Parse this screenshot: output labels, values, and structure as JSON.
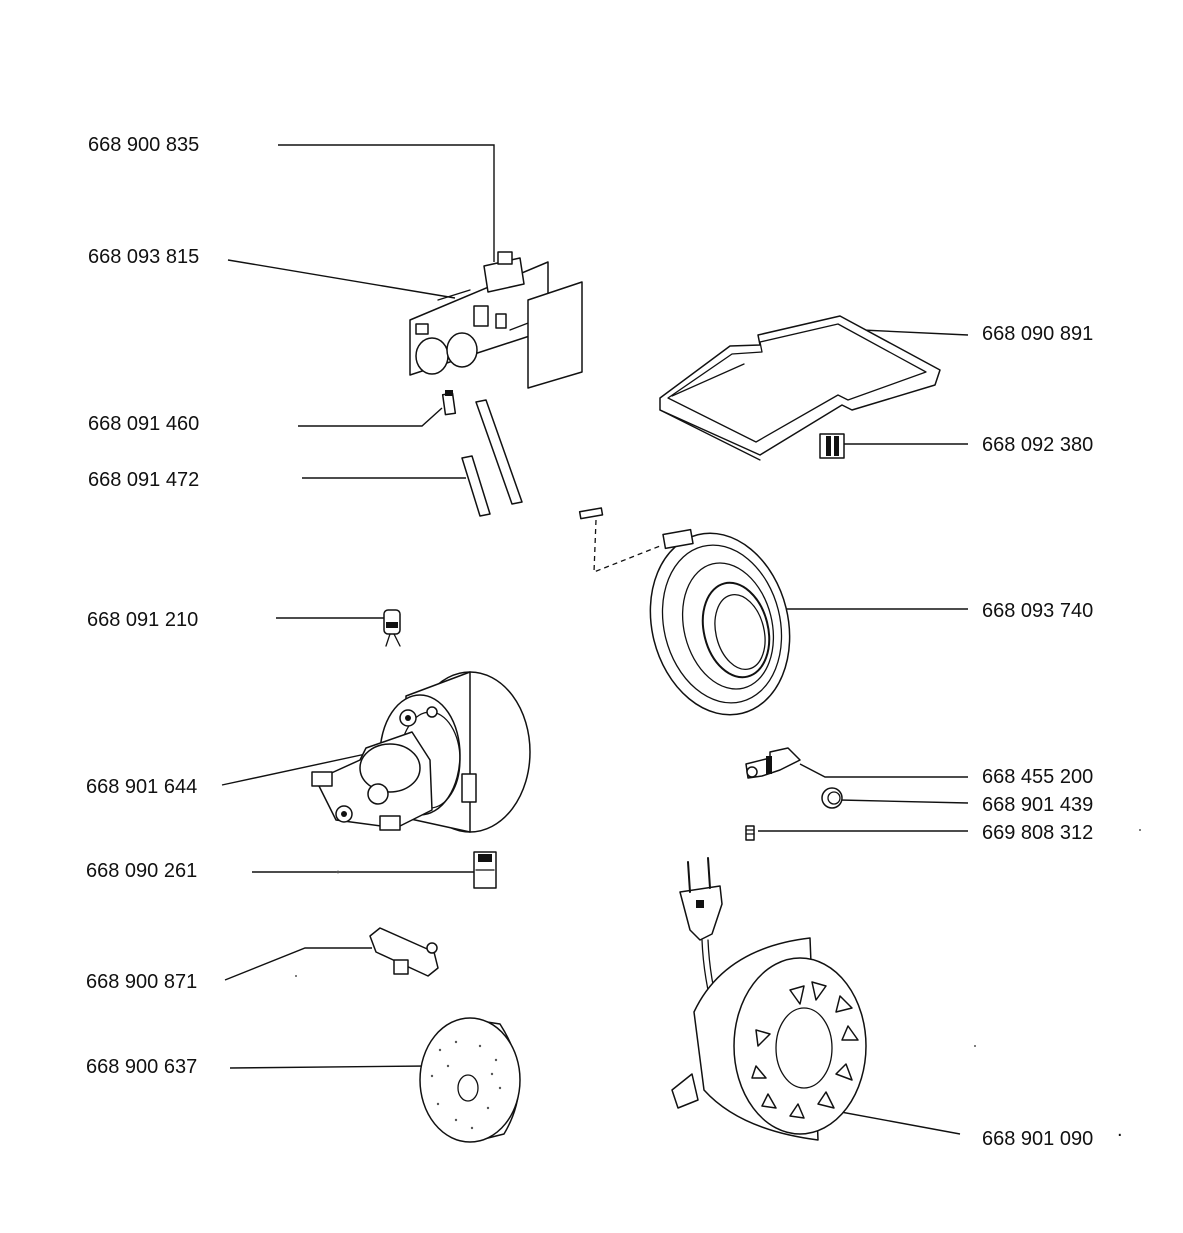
{
  "diagram": {
    "parts": [
      {
        "id": "control-board-switch",
        "label": "668 900 835"
      },
      {
        "id": "control-board",
        "label": "668 093 815"
      },
      {
        "id": "bag-frame",
        "label": "668 090 891"
      },
      {
        "id": "clip",
        "label": "668 092 380"
      },
      {
        "id": "fuse",
        "label": "668 091 460"
      },
      {
        "id": "rod",
        "label": "668 091 472"
      },
      {
        "id": "cable-reel-cover",
        "label": "668 093 740"
      },
      {
        "id": "suppressor",
        "label": "668 091 210"
      },
      {
        "id": "motor",
        "label": "668 901 644"
      },
      {
        "id": "connector",
        "label": "668 455 200"
      },
      {
        "id": "knob",
        "label": "668 901 439"
      },
      {
        "id": "screw",
        "label": "669 808 312"
      },
      {
        "id": "carbon-brush",
        "label": "668 090 261"
      },
      {
        "id": "brush-holder",
        "label": "668 900 871"
      },
      {
        "id": "filter-disc",
        "label": "668 900 637"
      },
      {
        "id": "cable-reel",
        "label": "668 901 090"
      }
    ],
    "stray_mark": "."
  }
}
